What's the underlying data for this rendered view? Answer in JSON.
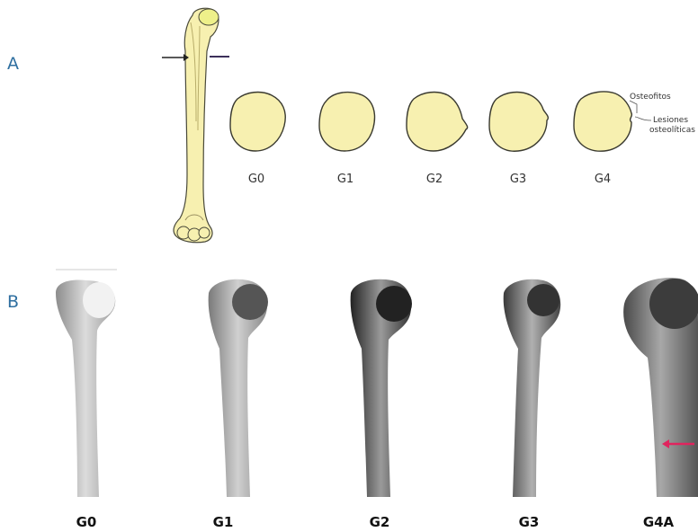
{
  "panel_a": {
    "label": "A",
    "grades": [
      "G0",
      "G1",
      "G2",
      "G3",
      "G4"
    ],
    "annotations": {
      "osteophytes": "Osteofitos",
      "lesions_line1": "Lesiones",
      "lesions_line2": "osteolíticas"
    },
    "colors": {
      "bone_fill": "#f7f0b0",
      "bone_stroke": "#4a4a3a"
    }
  },
  "panel_b": {
    "label": "B",
    "specimens": [
      "G0",
      "G1",
      "G2",
      "G3",
      "G4A"
    ],
    "colors": {
      "arrow": "#e0245e"
    }
  }
}
